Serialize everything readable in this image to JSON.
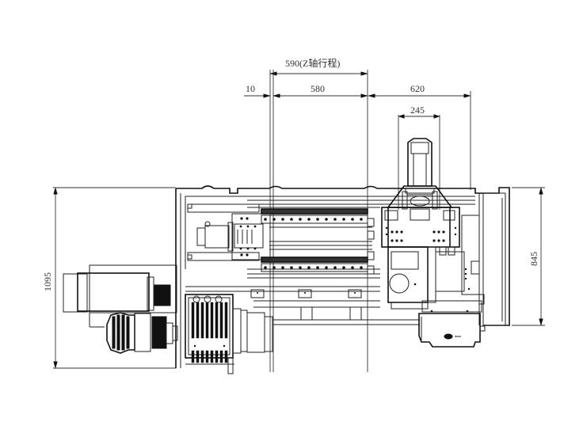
{
  "drawing": {
    "title": "CNC lathe top-view layout drawing",
    "line_color": "#222222",
    "background": "#ffffff"
  },
  "dimensions": {
    "z_travel": {
      "label": "590(Z轴行程)",
      "value": 590,
      "note": "Z轴行程"
    },
    "left_offset": {
      "label": "10",
      "value": 10
    },
    "rail_length": {
      "label": "580",
      "value": 580
    },
    "right_span": {
      "label": "620",
      "value": 620
    },
    "turret_width": {
      "label": "245",
      "value": 245
    },
    "overall_depth": {
      "label": "1095",
      "value": 1095
    },
    "bed_depth": {
      "label": "845",
      "value": 845
    }
  },
  "components": [
    {
      "name": "spindle-motor",
      "position": "left"
    },
    {
      "name": "headstock",
      "position": "left-center"
    },
    {
      "name": "chuck",
      "position": "left-bottom"
    },
    {
      "name": "linear-guide-rails",
      "position": "center"
    },
    {
      "name": "tool-turret",
      "position": "right"
    },
    {
      "name": "tailstock",
      "position": "right-bottom"
    },
    {
      "name": "machine-bed-frame",
      "position": "center"
    }
  ]
}
